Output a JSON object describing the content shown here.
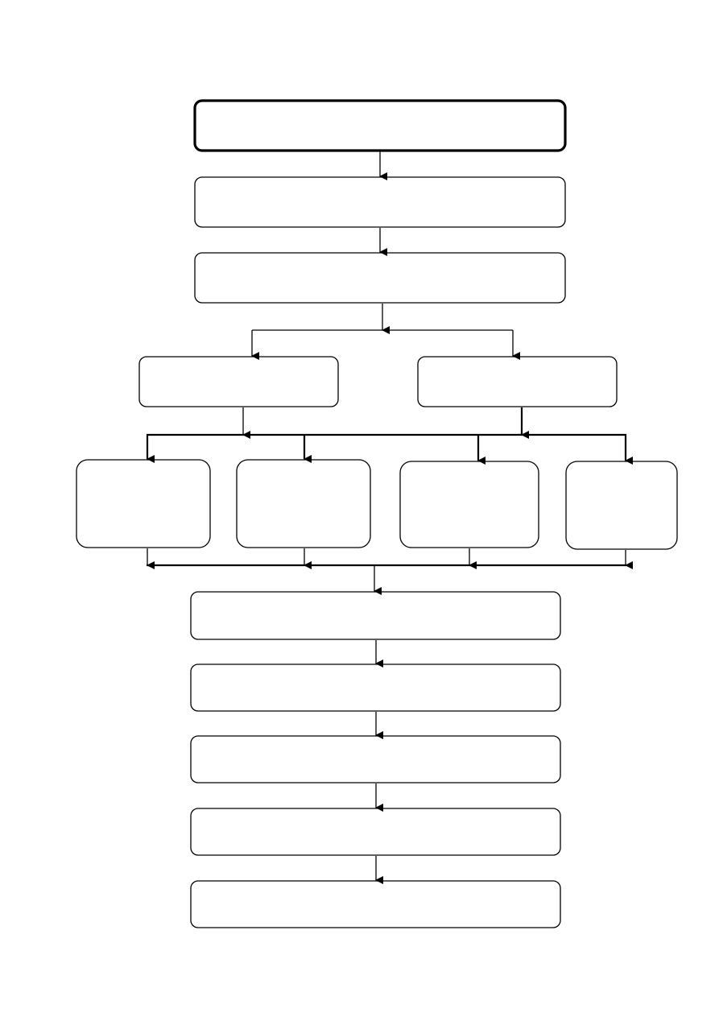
{
  "diagram": {
    "type": "flowchart",
    "nodes": [
      {
        "id": "n1",
        "label": "",
        "emphasis": true
      },
      {
        "id": "n2",
        "label": ""
      },
      {
        "id": "n3",
        "label": ""
      },
      {
        "id": "n4",
        "label": ""
      },
      {
        "id": "n5",
        "label": ""
      },
      {
        "id": "n6",
        "label": ""
      },
      {
        "id": "n7",
        "label": ""
      },
      {
        "id": "n8",
        "label": ""
      },
      {
        "id": "n9",
        "label": ""
      },
      {
        "id": "n10",
        "label": ""
      },
      {
        "id": "n11",
        "label": ""
      },
      {
        "id": "n12",
        "label": ""
      },
      {
        "id": "n13",
        "label": ""
      },
      {
        "id": "n14",
        "label": ""
      }
    ],
    "edges": [
      {
        "from": "n1",
        "to": "n2"
      },
      {
        "from": "n2",
        "to": "n3"
      },
      {
        "from": "n3",
        "to": "n4"
      },
      {
        "from": "n3",
        "to": "n5"
      },
      {
        "from": "n4",
        "to": "n6"
      },
      {
        "from": "n4",
        "to": "n7"
      },
      {
        "from": "n4",
        "to": "n8"
      },
      {
        "from": "n4",
        "to": "n9"
      },
      {
        "from": "n5",
        "to": "n6"
      },
      {
        "from": "n5",
        "to": "n7"
      },
      {
        "from": "n5",
        "to": "n8"
      },
      {
        "from": "n5",
        "to": "n9"
      },
      {
        "from": "n6",
        "to": "n10"
      },
      {
        "from": "n7",
        "to": "n10"
      },
      {
        "from": "n8",
        "to": "n10"
      },
      {
        "from": "n9",
        "to": "n10"
      },
      {
        "from": "n10",
        "to": "n11"
      },
      {
        "from": "n11",
        "to": "n12"
      },
      {
        "from": "n12",
        "to": "n13"
      },
      {
        "from": "n13",
        "to": "n14"
      }
    ]
  }
}
